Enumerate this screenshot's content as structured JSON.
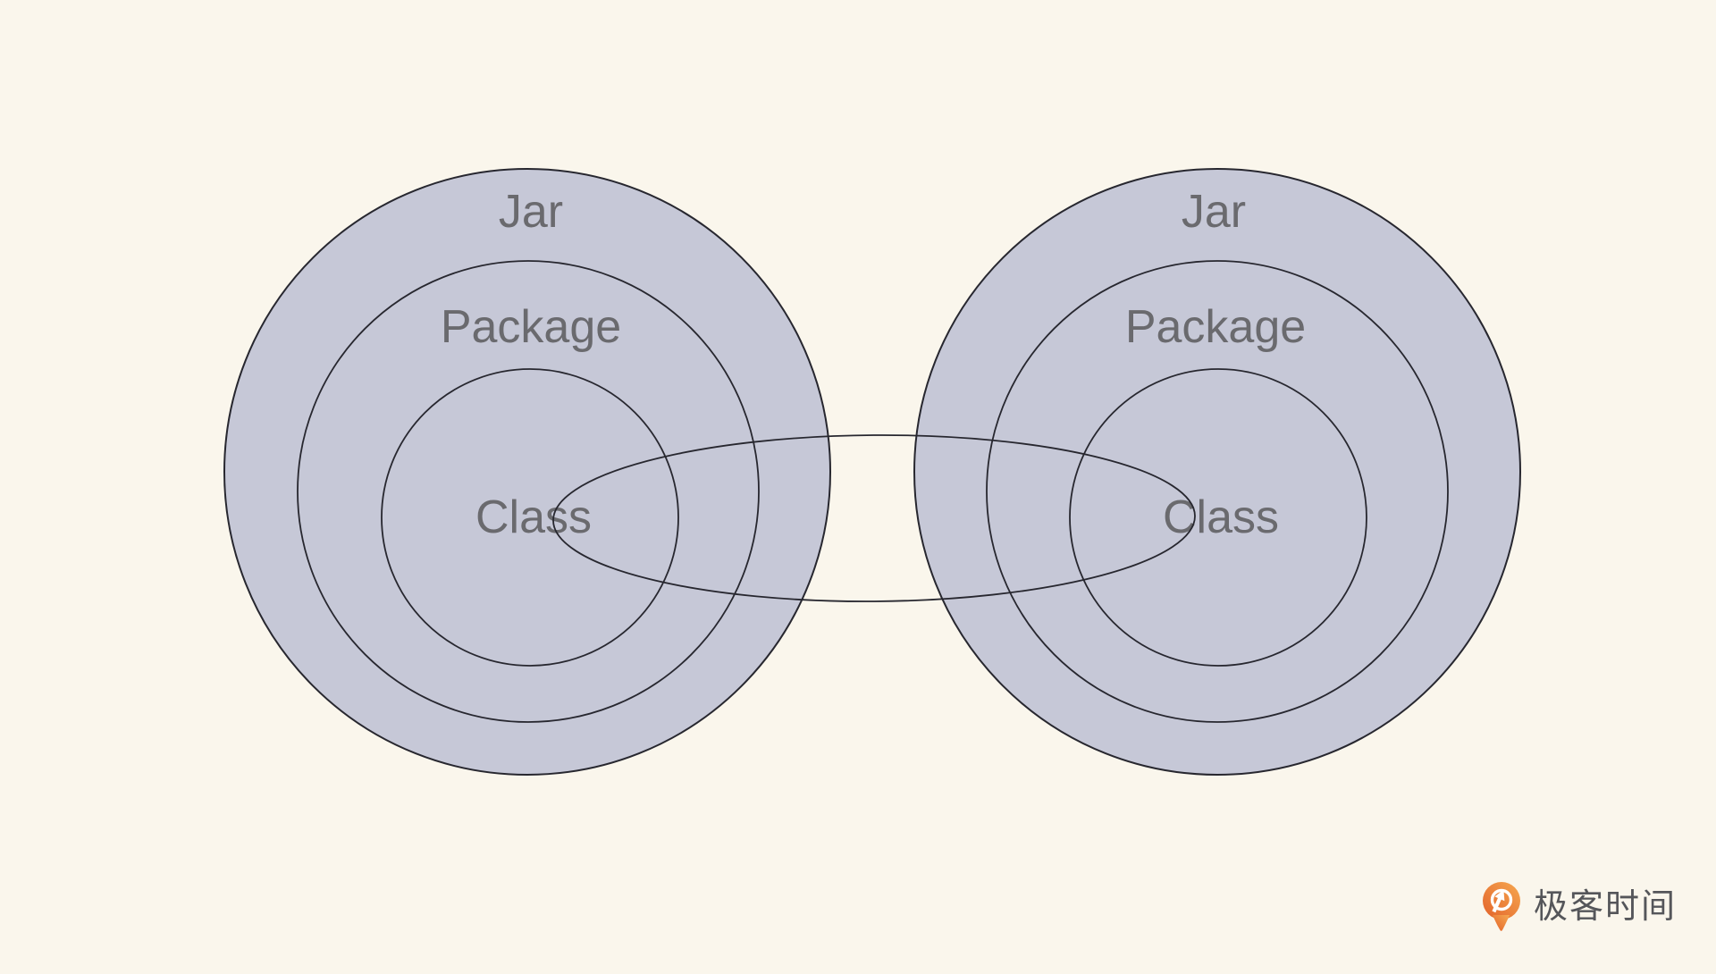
{
  "palette": {
    "background": "#FAF6EC",
    "circle_fill": "#C6C8D7",
    "outline": "#27272F",
    "label_color": "#6A6A6E",
    "logo_orange_light": "#F6A850",
    "logo_orange_dark": "#E2622A",
    "logo_text_color": "#55565A"
  },
  "diagram": {
    "left_group": {
      "outer_label": "Jar",
      "middle_label": "Package",
      "inner_label": "Class"
    },
    "right_group": {
      "outer_label": "Jar",
      "middle_label": "Package",
      "inner_label": "Class"
    }
  },
  "logo": {
    "wordmark": "极客时间"
  }
}
